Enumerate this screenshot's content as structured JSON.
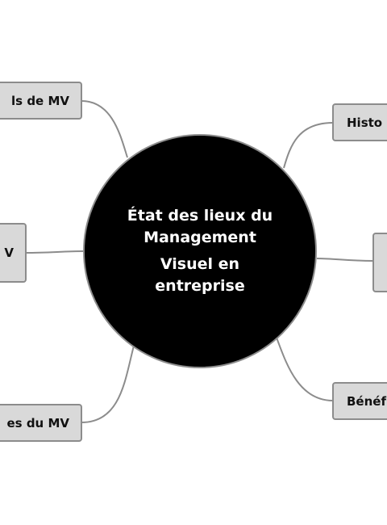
{
  "center": {
    "lines": [
      "État des lieux du",
      "Management",
      "Visuel en",
      "entreprise"
    ]
  },
  "branches": {
    "top_left": "ls de MV",
    "mid_left": "V",
    "bottom_left": "es du MV",
    "top_right": "Histo",
    "mid_right": "",
    "bottom_right": "Bénéf"
  },
  "colors": {
    "node_fill": "#d9d9d9",
    "node_border": "#8c8c8c",
    "center_fill": "#000000",
    "connector": "#8c8c8c"
  }
}
